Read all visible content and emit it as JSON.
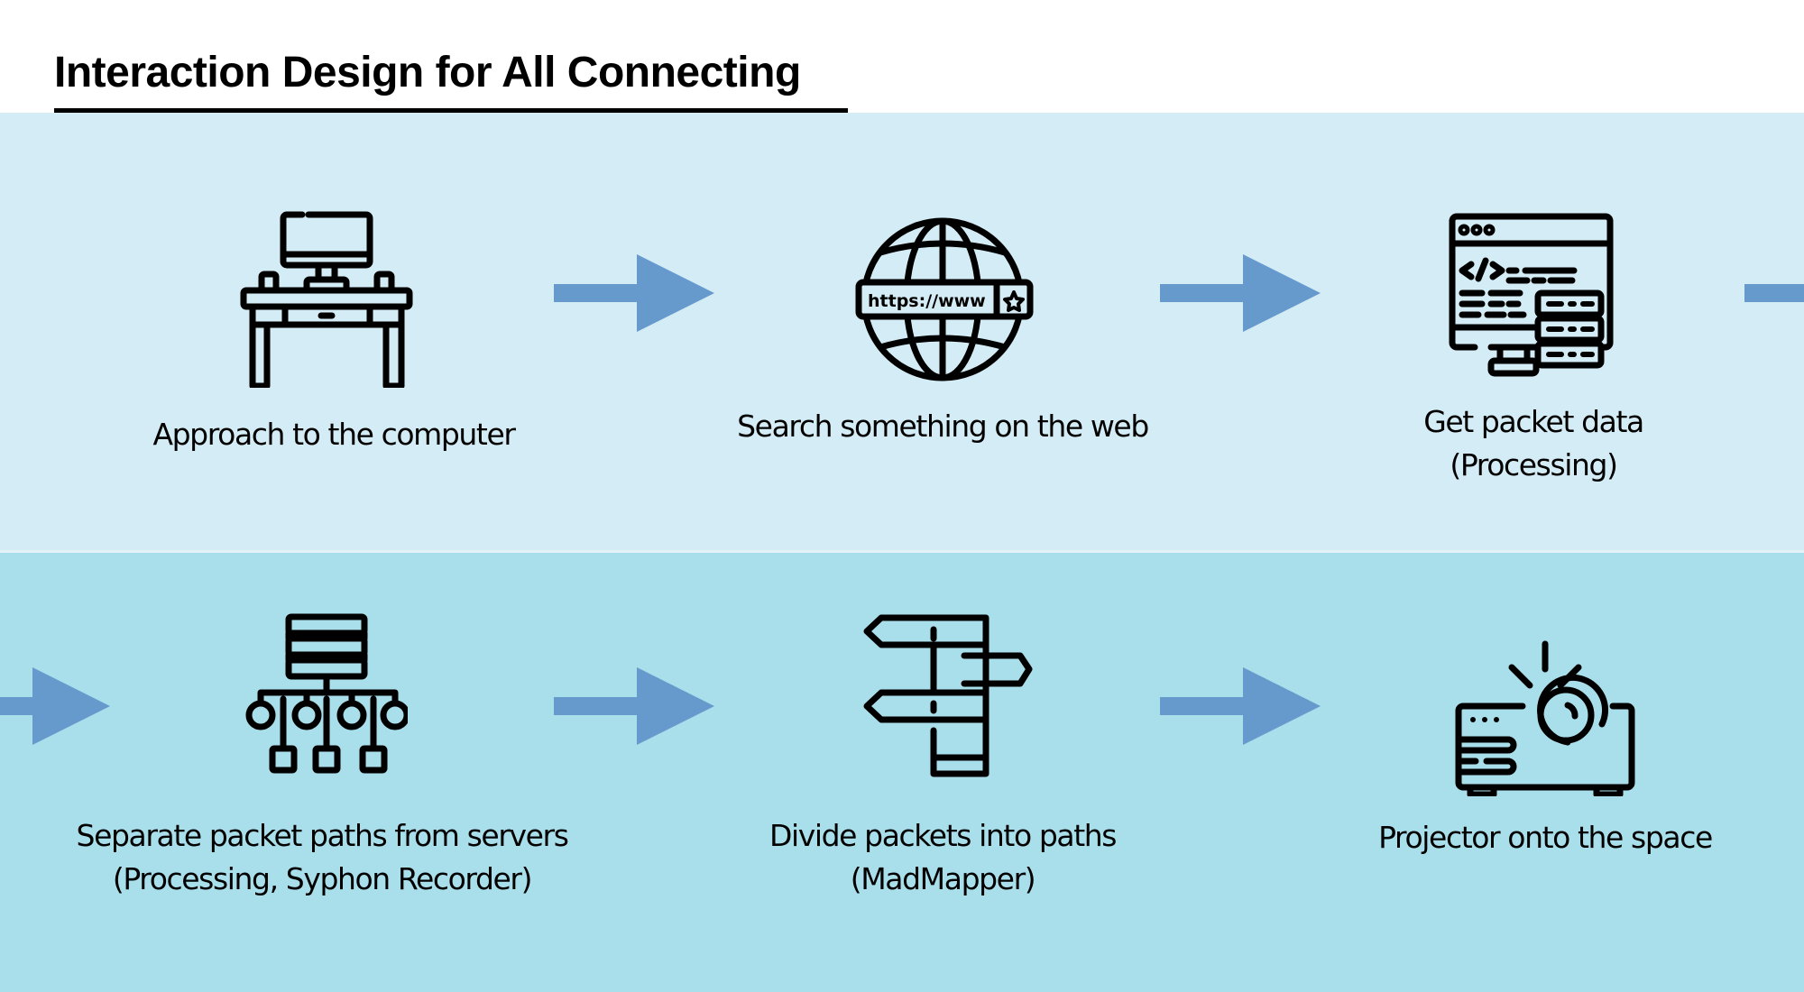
{
  "title": "Interaction Design for All Connecting",
  "colors": {
    "top_band": "#d4ecf5",
    "bottom_band": "#a9dfeb",
    "arrow": "#6699cc"
  },
  "steps": [
    {
      "icon": "computer-desk-icon",
      "label_line1": "Approach to the computer",
      "label_line2": ""
    },
    {
      "icon": "globe-www-icon",
      "label_line1": "Search something on the web",
      "label_line2": "",
      "icon_text": "https://www"
    },
    {
      "icon": "code-server-monitor-icon",
      "label_line1": "Get packet data",
      "label_line2": "(Processing)"
    },
    {
      "icon": "server-network-icon",
      "label_line1": "Separate packet paths from servers",
      "label_line2": "(Processing, Syphon Recorder)"
    },
    {
      "icon": "signpost-icon",
      "label_line1": "Divide packets into paths",
      "label_line2": "(MadMapper)"
    },
    {
      "icon": "projector-icon",
      "label_line1": "Projector onto the space",
      "label_line2": ""
    }
  ]
}
